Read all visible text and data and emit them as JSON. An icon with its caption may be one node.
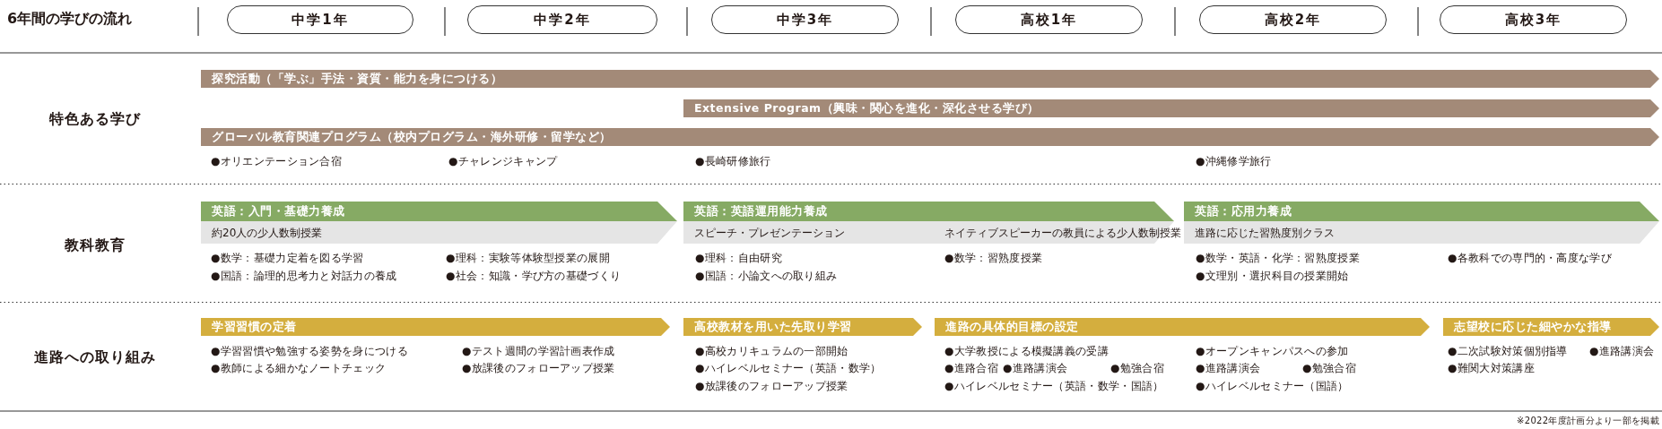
{
  "diagram": {
    "title": "6年間の学びの流れ",
    "nodes": [
      {
        "text": [
          "中学1年"
        ]
      },
      {
        "text": [
          "中学2年"
        ]
      },
      {
        "text": [
          "中学3年"
        ]
      },
      {
        "text": [
          "高校1年"
        ]
      },
      {
        "text": [
          "高校2年"
        ]
      },
      {
        "text": [
          "高校3年"
        ]
      },
      {
        "text": [
          "探究活動（「学ぶ」手法・資質・能力を身につける）"
        ]
      },
      {
        "text": [
          "Extensive Program（興味・関心を進化・深化させる学び）"
        ]
      },
      {
        "text": [
          "グローバル教育関連プログラム（校内プログラム・海外研修・留学など）"
        ]
      },
      {
        "text": [
          "英語：入門・基礎力養成"
        ]
      },
      {
        "text": [
          "約20人の少人数制授業"
        ]
      },
      {
        "text": [
          "英語：英語運用能力養成"
        ]
      },
      {
        "text": [
          "スピーチ・プレゼンテーション",
          "ネイティブスピーカーの教員による少人数制授業"
        ]
      },
      {
        "text": [
          "英語：応用力養成"
        ]
      },
      {
        "text": [
          "進路に応じた習熟度別クラス"
        ]
      },
      {
        "text": [
          "学習習慣の定着"
        ]
      },
      {
        "text": [
          "高校教材を用いた先取り学習"
        ]
      },
      {
        "text": [
          "進路の具体的目標の設定"
        ]
      },
      {
        "text": [
          "志望校に応じた細やかな指導"
        ]
      }
    ],
    "labels": [
      "特色ある学び",
      "●オリエンテーション合宿",
      "●チャレンジキャンプ",
      "●長崎研修旅行",
      "●沖縄修学旅行",
      "教科教育",
      "●数学：基礎力定着を図る学習",
      "●理科：実験等体験型授業の展開",
      "●国語：論理的思考力と対話力の養成",
      "●社会：知識・学び方の基礎づくり",
      "●理科：自由研究",
      "●国語：小論文への取り組み",
      "●数学：習熟度授業",
      "●数学・英語・化学：習熟度授業",
      "●各教科での専門的・高度な学び",
      "●文理別・選択科目の授業開始",
      "進路への取り組み",
      "●学習習慣や勉強する姿勢を身につける",
      "●テスト週間の学習計画表作成",
      "●教師による細かなノートチェック",
      "●放課後のフォローアップ授業",
      "●高校カリキュラムの一部開始",
      "●ハイレベルセミナー（英語・数学）",
      "●放課後のフォローアップ授業",
      "●大学教授による模擬講義の受講",
      "●進路合宿",
      "●進路講演会",
      "●勉強合宿",
      "●ハイレベルセミナー（英語・数学・国語）",
      "●オープンキャンパスへの参加",
      "●進路講演会",
      "●勉強合宿",
      "●ハイレベルセミナー（国語）",
      "●二次試験対策個別指導",
      "●進路講演会",
      "●難関大対策講座",
      "※2022年度計画分より一部を掲載"
    ]
  }
}
